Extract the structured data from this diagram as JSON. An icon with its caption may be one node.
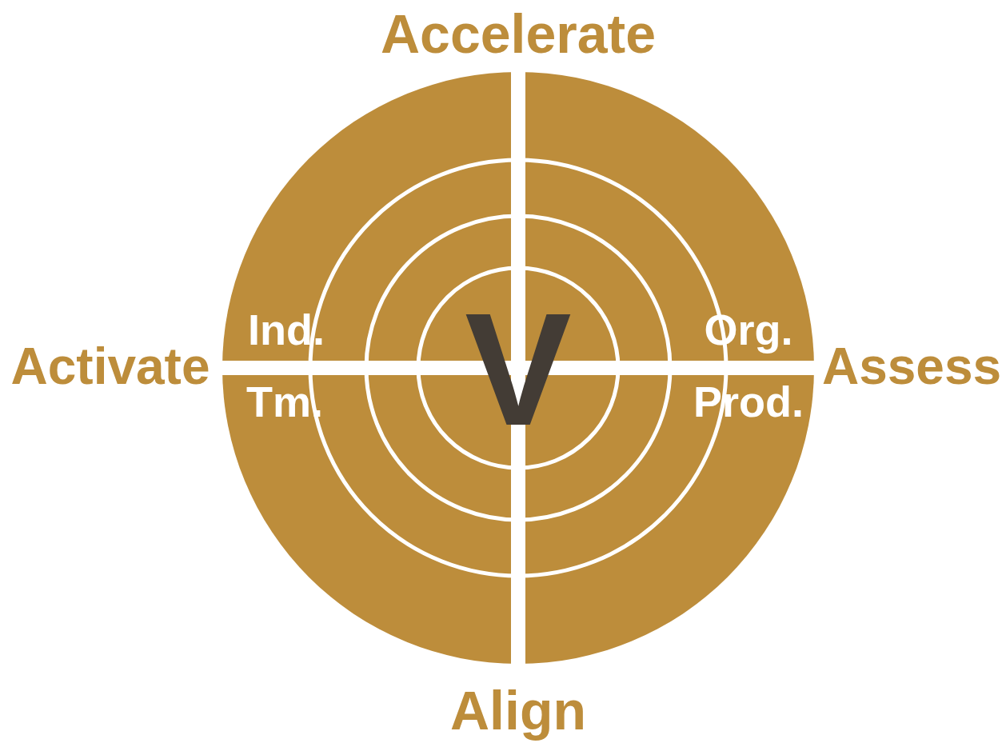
{
  "diagram": {
    "labels": [
      "Accelerate",
      "Ind.",
      "Org.",
      "Activate",
      "Assess",
      "V",
      "Tm.",
      "Prod.",
      "Align"
    ]
  }
}
